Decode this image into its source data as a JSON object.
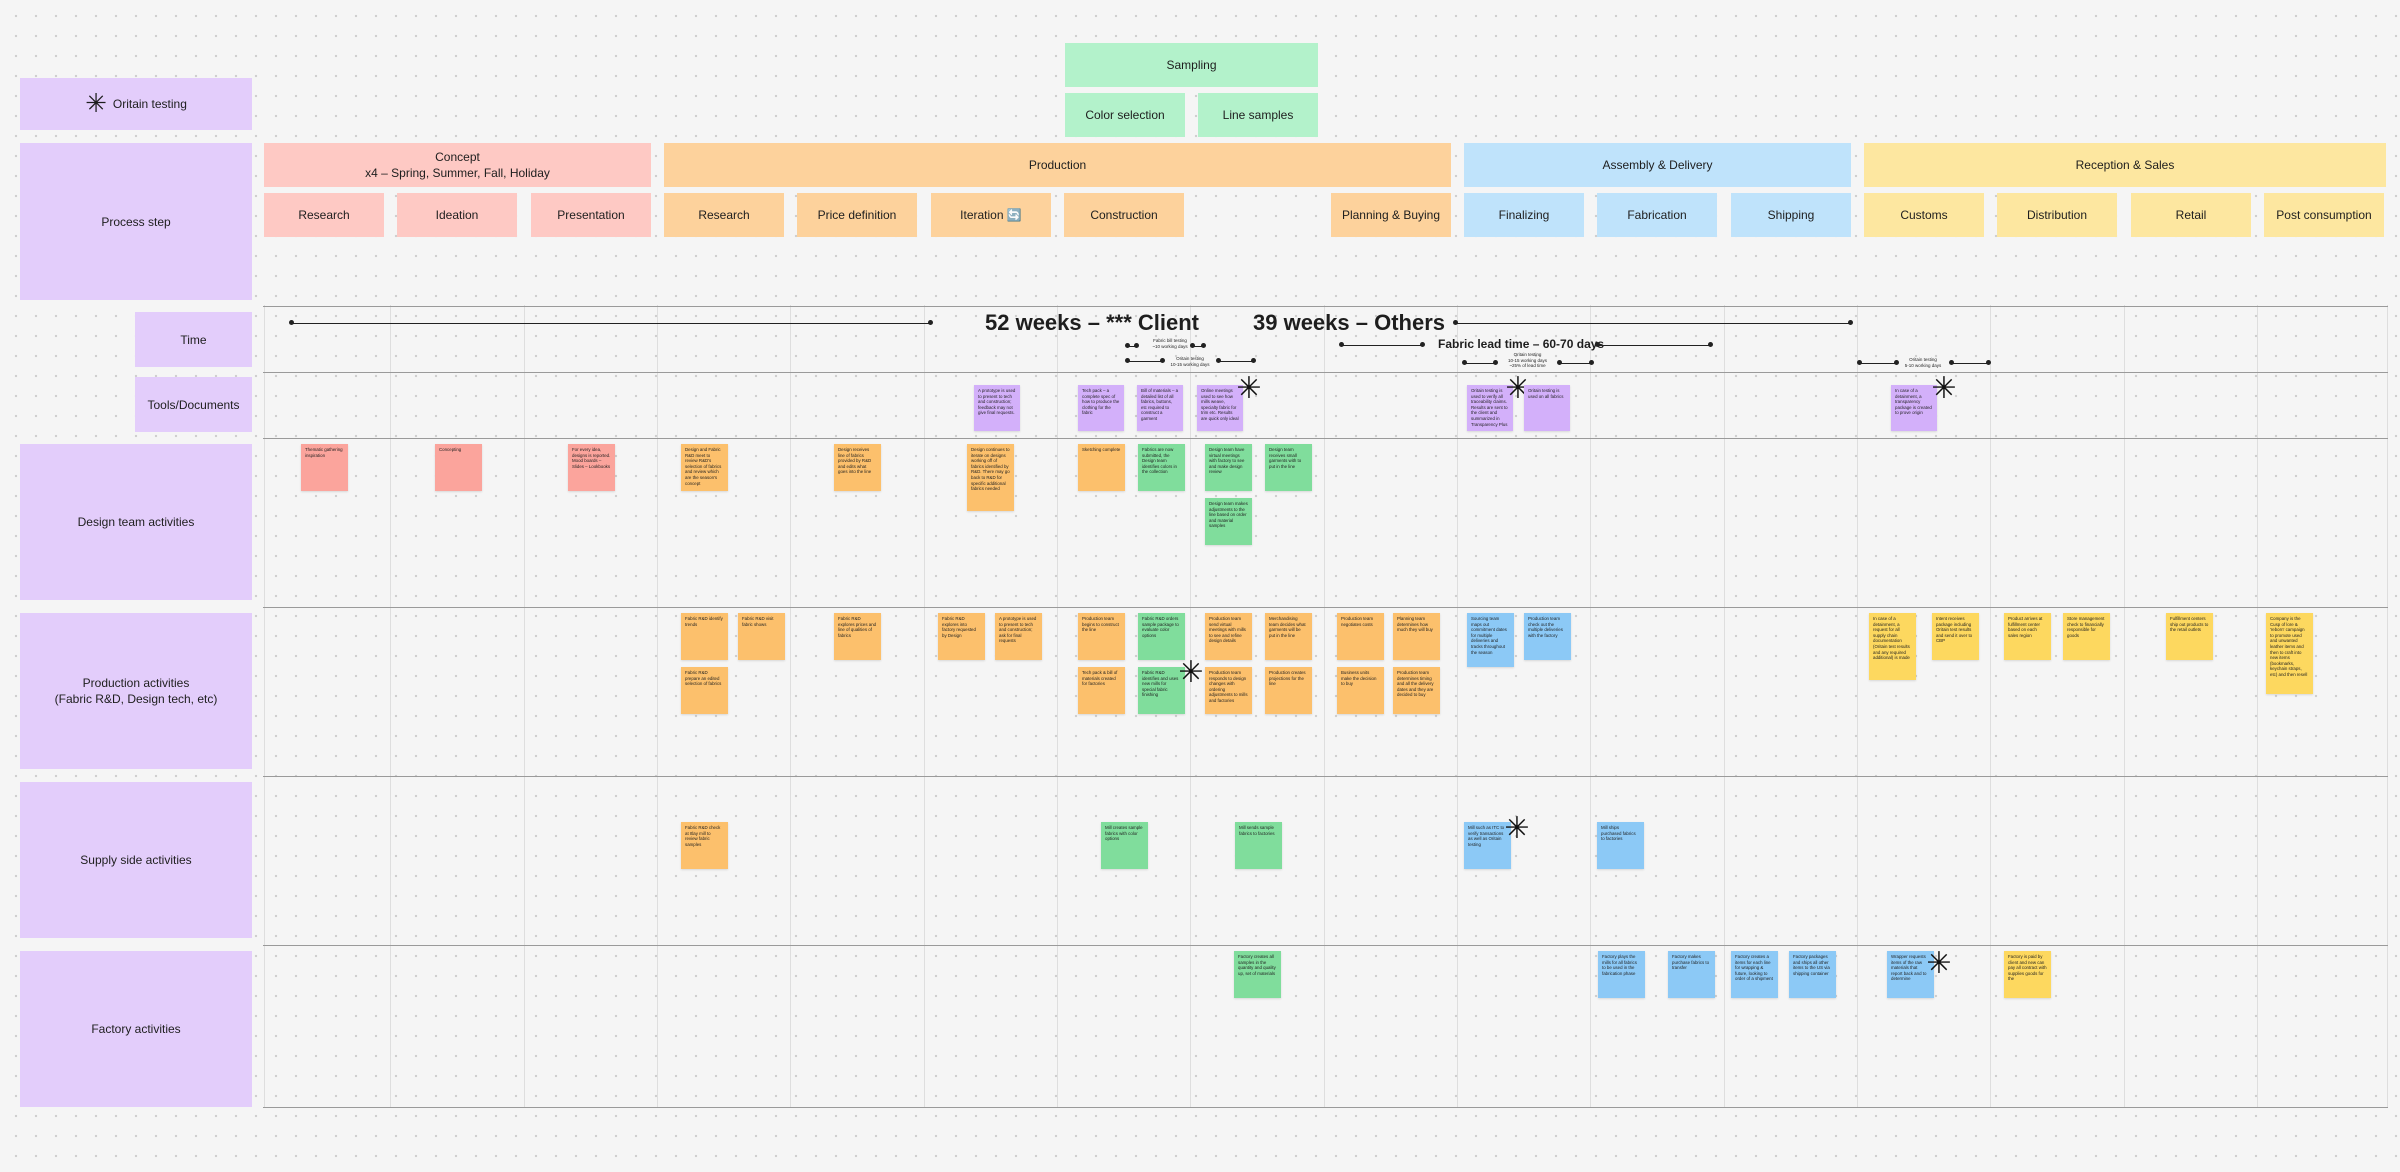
{
  "legend": {
    "label": "Oritain testing",
    "icon": "asterisk-icon"
  },
  "sampling": {
    "title": "Sampling",
    "sub1": "Color selection",
    "sub2": "Line samples"
  },
  "row_labels": {
    "process": "Process step",
    "time": "Time",
    "tools": "Tools/Documents",
    "design": "Design team activities",
    "production": "Production activities\n(Fabric R&D, Design tech, etc)",
    "supply": "Supply side activities",
    "factory": "Factory activities"
  },
  "phases": {
    "concept": "Concept\nx4 – Spring, Summer, Fall, Holiday",
    "production": "Production",
    "assembly": "Assembly & Delivery",
    "reception": "Reception & Sales"
  },
  "steps": [
    "Research",
    "Ideation",
    "Presentation",
    "Research",
    "Price definition",
    "Iteration 🔄",
    "Construction",
    "Planning & Buying",
    "Finalizing",
    "Fabrication",
    "Shipping",
    "Customs",
    "Distribution",
    "Retail",
    "Post consumption"
  ],
  "timeline": {
    "client": "52 weeks – *** Client",
    "others": "39 weeks – Others",
    "fabric_lead": "Fabric lead time – 60-70 days",
    "fabric_bill": "Fabric bill testing\n~10 working days",
    "oritain1": "Oritain testing\n10-15 working days",
    "oritain2": "Oritain testing\n10-15 working days\n~25% of lead time",
    "oritain3": "Oritain testing\n5-10 working days"
  },
  "notes": {
    "t1": "A prototype is used to present to tech and construction; feedback may not give final requests.",
    "t2": "Tech pack – a complete spec of how to produce the clothing for the fabric",
    "t3": "Bill of materials – a detailed list of all fabrics, buttons, etc required to construct a garment",
    "t4": "Online meetings used to see how mills weave, specialty fabric for trim etc. Results are quick only ideal",
    "t5": "Oritain testing is used to verify all traceability claims. Results are sent to the client and summarized in Transparency Plus",
    "t6": "Oritain testing is used on all fabrics",
    "t7": "In case of a detainment, a transparency package is created to prove origin",
    "d1": "Thematic gathering inspiration",
    "d2": "Concepting",
    "d3": "For every idea, designs is reported. Mood boards – Slides – Lookbooks",
    "d4": "Design and Fabric R&D meet to review R&D's selection of fabrics and review which are the season's concept",
    "d5": "Design receives line of fabrics provided by R&D and edits what goes into the line",
    "d6": "Design continues to iterate on designs working off of fabrics identified by R&D. There may go back to R&D for specific additional fabrics needed",
    "d7": "Sketching complete",
    "d8": "Fabrics are now submitted, the Design team identifies colors in the collection",
    "d9": "Design team have virtual meetings with factory to see and make design review",
    "d10": "Design team receives small garments with to put in the line",
    "d11": "Design team makes adjustments to the line based on order and material samples",
    "p1": "Fabric R&D identify trends",
    "p2": "Fabric R&D visit fabric shows",
    "p3": "Fabric R&D prepare an edited selection of fabrics",
    "p4": "Fabric R&D explores prices and line of qualities of fabrics",
    "p5": "Fabric R&D explores into factory requested by Design",
    "p6": "A prototype is used to present to tech and construction; ask for final requests",
    "p7": "Production team begins to construct the line",
    "p8": "Fabric R&D orders sample package to evaluate color options",
    "p9": "Production team send virtual meetings with mills to see and refine design details",
    "p10": "Merchandising team decides what garments will be put in the line",
    "p11": "Tech pack & bill of materials created for factories",
    "p12": "Fabric R&D identifies and uses new mills for special fabric finishing",
    "p13": "Production team responds to design changes with ordering adjustments to mills and factories",
    "p14": "Production creates projections for the line",
    "p15": "Production team negotiates costs",
    "p16": "Planning team determines how much they will buy",
    "p17": "Business units make the decision to buy",
    "p18": "Production team determines timing and all the delivery dates and they are decided to buy",
    "p19": "Sourcing team maps out commitment dates for multiple deliveries and tracks throughout the season",
    "p20": "Production team check out the multiple deliveries with the factory",
    "p21": "In case of a detainment, a request for all supply chain documentation (Oritain test results and any required additional) is made",
    "p22": "Intent receives package including Oritain test results and send it over to CBP",
    "p23": "Product arrives at fulfillment center based on each sales region",
    "p24": "Store management check to financially responsible for goods",
    "p25": "Fulfillment centers ship out products to the retail outlets",
    "p26": "Company is the Cusp of lore & 'reborn' campaign to promote used and unwanted leather items and then to craft into new items (bookmarks, keychain straps, etc) and then resell",
    "s1": "Fabric R&D check at Itlay mill to review fabric samples",
    "s2": "Mill creates sample fabrics with color options",
    "s3": "Mill sends sample fabrics to factories",
    "s4": "Mill such as ITC to verify transactions as well as Oritain testing",
    "s5": "Mill ships purchased fabrics to factories",
    "f1": "Factory creates all samples in the quantity and quality up, set of materials",
    "f2": "Factory plays the mills for all fabrics to be used in the fabrication phase",
    "f3": "Factory makes purchase fabrics to transfer",
    "f4": "Factory creates a items for each line for wrapping & future, looking to order of a shipment",
    "f5": "Factory packages and ships all other items to the US via shipping container",
    "f6": "Wrapper requests items of the raw materials that report back and to determine",
    "f7": "Factory is paid by client and new can pay all contract with supplies goods for the"
  }
}
